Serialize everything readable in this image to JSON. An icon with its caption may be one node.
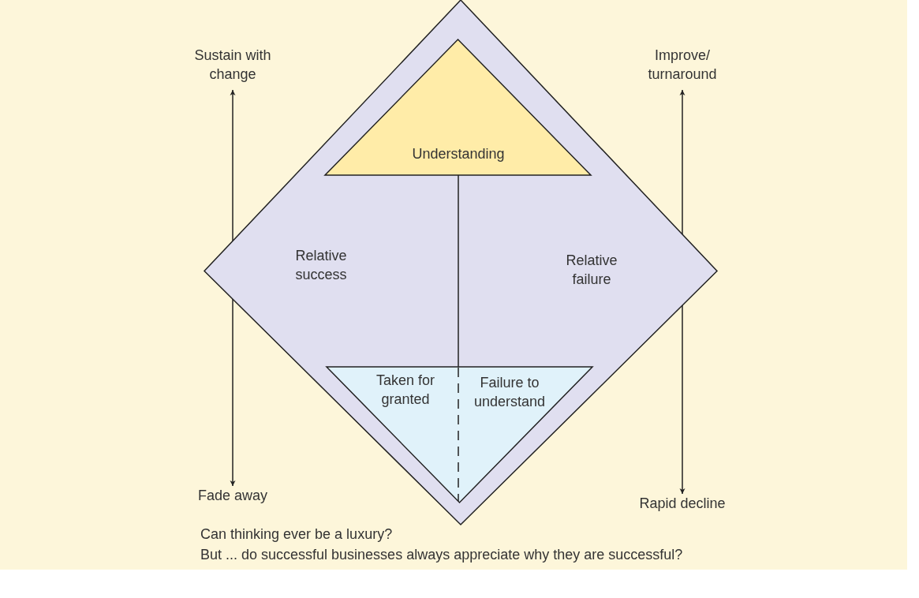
{
  "diagram": {
    "nodes": [
      {
        "text": [
          "Relative success",
          "Relative failure"
        ]
      },
      {
        "text": [
          "Understanding"
        ],
        "in": 0
      },
      {
        "text": [
          "Taken for granted",
          "Failure to understand"
        ],
        "in": 0
      },
      {
        "text": [
          "Sustain with change"
        ]
      },
      {
        "text": [
          "Fade away"
        ]
      },
      {
        "text": [
          "Improve/ turnaround"
        ]
      },
      {
        "text": [
          "Rapid decline"
        ]
      }
    ],
    "edges": [
      {
        "from": 3,
        "to": 4,
        "arrow": "both"
      },
      {
        "from": 5,
        "to": 6,
        "arrow": "both"
      },
      {
        "from": 1,
        "to": 2,
        "arrow": "none"
      }
    ],
    "labels": [
      "Can thinking ever be a luxury?",
      "But ... do successful businesses always appreciate why they are successful?"
    ]
  }
}
